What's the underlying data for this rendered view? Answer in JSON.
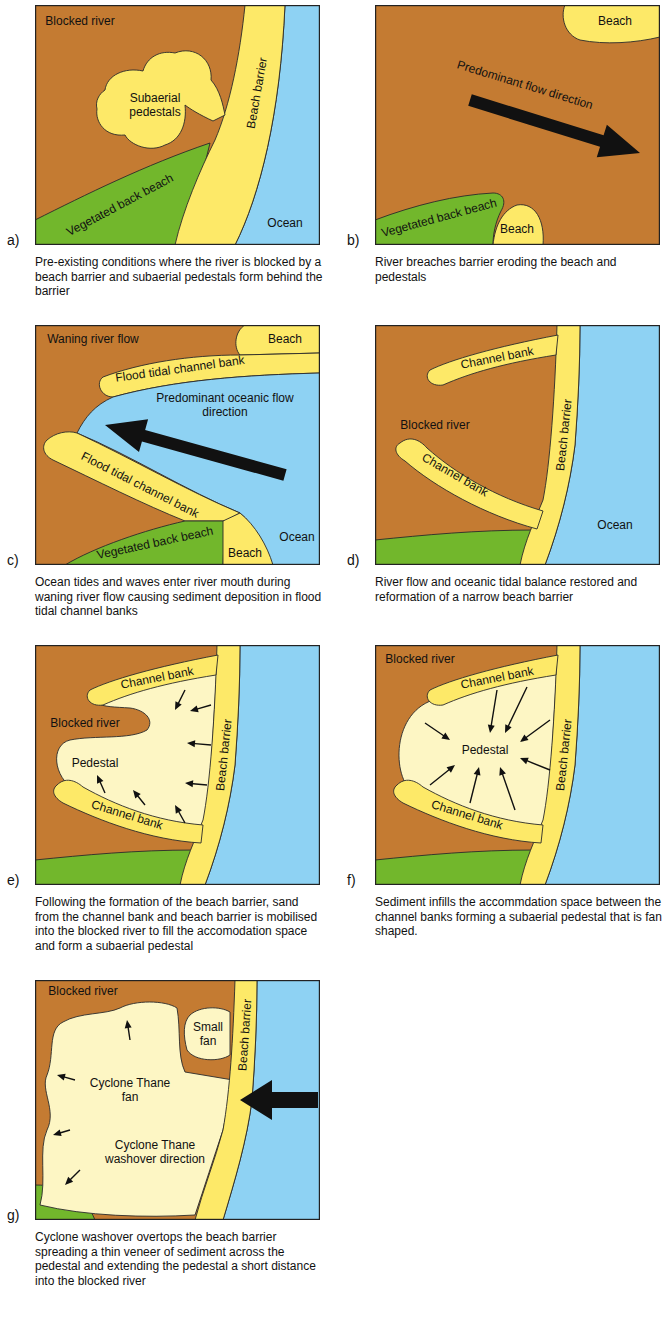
{
  "diagram": {
    "nodes": [
      {
        "text": [
          "Blocked river",
          "Subaerial pedestals",
          "Beach barrier",
          "Vegetated back beach",
          "Ocean"
        ]
      },
      {
        "text": [
          "Beach",
          "Predominant flow direction",
          "Vegetated back beach",
          "Beach"
        ]
      },
      {
        "text": [
          "Waning river flow",
          "Flood tidal channel bank",
          "Beach",
          "Predominant oceanic flow direction",
          "Flood tidal channel bank",
          "Vegetated back beach",
          "Beach",
          "Ocean"
        ]
      },
      {
        "text": [
          "Channel bank",
          "Blocked river",
          "Beach barrier",
          "Channel bank",
          "Ocean"
        ]
      },
      {
        "text": [
          "Channel bank",
          "Blocked river",
          "Pedestal",
          "Beach barrier",
          "Channel bank"
        ]
      },
      {
        "text": [
          "Blocked river",
          "Channel bank",
          "Pedestal",
          "Beach barrier",
          "Channel bank"
        ]
      },
      {
        "text": [
          "Blocked river",
          "Small fan",
          "Cyclone Thane fan",
          "Cyclone Thane washover direction",
          "Beach barrier"
        ]
      }
    ],
    "labels": [
      "a)",
      "Pre-existing conditions where the river is blocked by a beach barrier and subaerial pedestals form behind the barrier",
      "b)",
      "River breaches barrier eroding the beach and pedestals",
      "c)",
      "Ocean tides and waves enter river mouth during waning river flow causing sediment deposition in flood tidal channel banks",
      "d)",
      "River flow and oceanic tidal balance restored and reformation of a narrow beach barrier",
      "e)",
      "Following the formation of the beach barrier, sand from the channel bank and beach barrier is mobilised into the blocked river to fill the accomodation space and form a subaerial pedestal",
      "f)",
      "Sediment infills the accommdation space between the channel banks forming a subaerial pedestal that is fan shaped.",
      "g)",
      "Cyclone washover overtops the beach barrier spreading a thin veneer of sediment across the pedestal and extending the pedestal a short distance into the blocked river"
    ]
  }
}
